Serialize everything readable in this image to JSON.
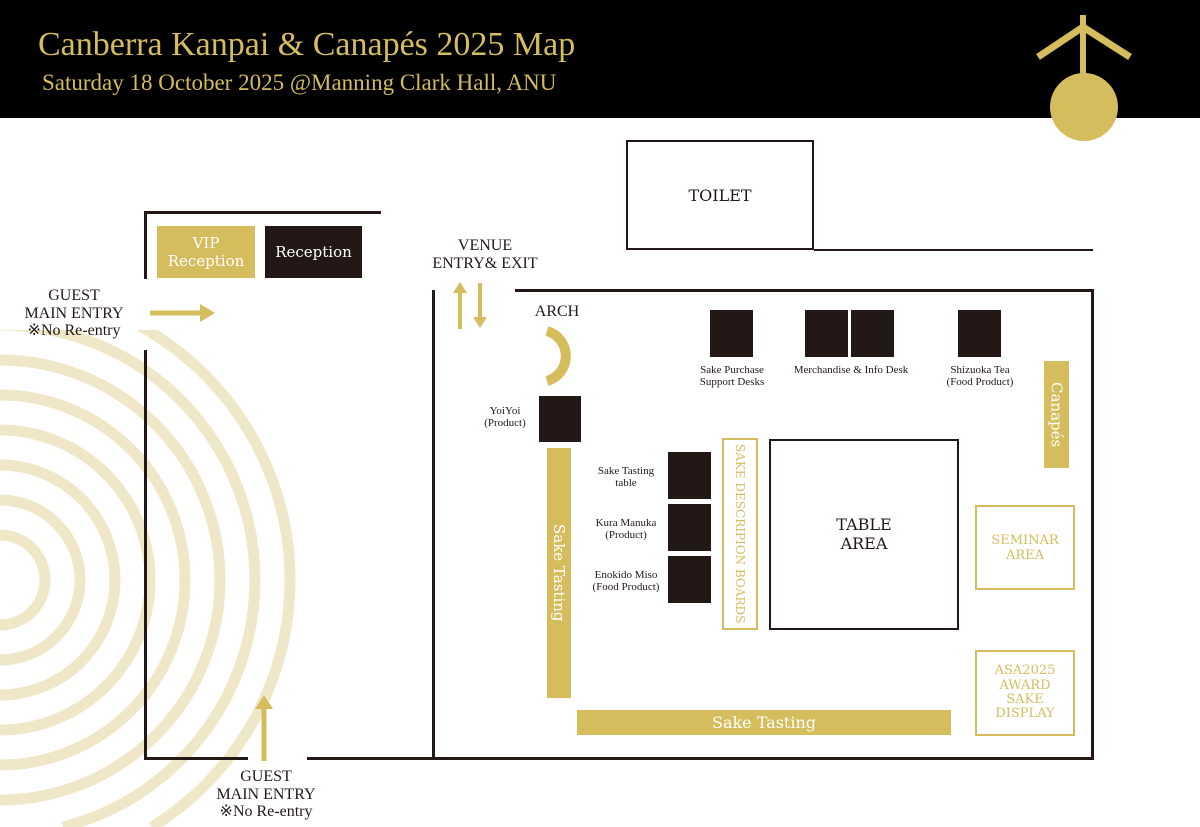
{
  "header": {
    "title": "Canberra Kanpai & Canapés 2025 Map",
    "subtitle": "Saturday 18 October 2025 @Manning Clark Hall, ANU"
  },
  "colors": {
    "gold": "#d5bc5d",
    "dark": "#231815",
    "pale_gold": "#efe7c8"
  },
  "areas": {
    "toilet": "TOILET",
    "vip_reception": [
      "VIP",
      "Reception"
    ],
    "reception": "Reception",
    "guest_entry_left": [
      "GUEST",
      "MAIN ENTRY",
      "※No Re-entry"
    ],
    "guest_entry_bottom": [
      "GUEST",
      "MAIN ENTRY",
      "※No Re-entry"
    ],
    "venue_entry": [
      "VENUE",
      "ENTRY& EXIT"
    ],
    "arch": "ARCH",
    "yoiyoi": [
      "YoiYoi",
      "(Product)"
    ],
    "sake_tasting_vertical": "Sake Tasting",
    "sake_tasting_table": [
      "Sake Tasting",
      "table"
    ],
    "kura_manuka": [
      "Kura Manuka",
      "(Product)"
    ],
    "enokido_miso": [
      "Enokido Miso",
      "(Food Product)"
    ],
    "sake_description_boards": "SAKE DESCRIPION BOARDS",
    "table_area": [
      "TABLE",
      "AREA"
    ],
    "sake_purchase": [
      "Sake Purchase",
      "Support Desks"
    ],
    "merchandise": "Merchandise & Info Desk",
    "shizuoka": [
      "Shizuoka Tea",
      "(Food Product)"
    ],
    "canapes": "Canapés",
    "seminar": [
      "SEMINAR",
      "AREA"
    ],
    "asa_award": [
      "ASA2025",
      "AWARD",
      "SAKE",
      "DISPLAY"
    ],
    "sake_tasting_horizontal": "Sake Tasting"
  }
}
